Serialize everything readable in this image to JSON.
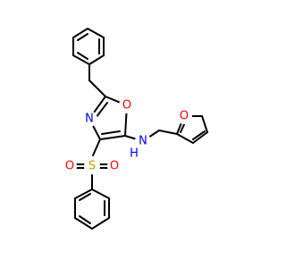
{
  "colors": {
    "bond": "#000000",
    "nitrogen": "#0000ff",
    "oxygen": "#ff0000",
    "sulfur": "#c8a000",
    "background": "#ffffff"
  },
  "atoms": {
    "oxazole_n": "N",
    "oxazole_o": "O",
    "amine_n": "N",
    "amine_h": "H",
    "furan_o": "O",
    "sulfur": "S",
    "sulfonyl_o_left": "O",
    "sulfonyl_o_right": "O"
  }
}
